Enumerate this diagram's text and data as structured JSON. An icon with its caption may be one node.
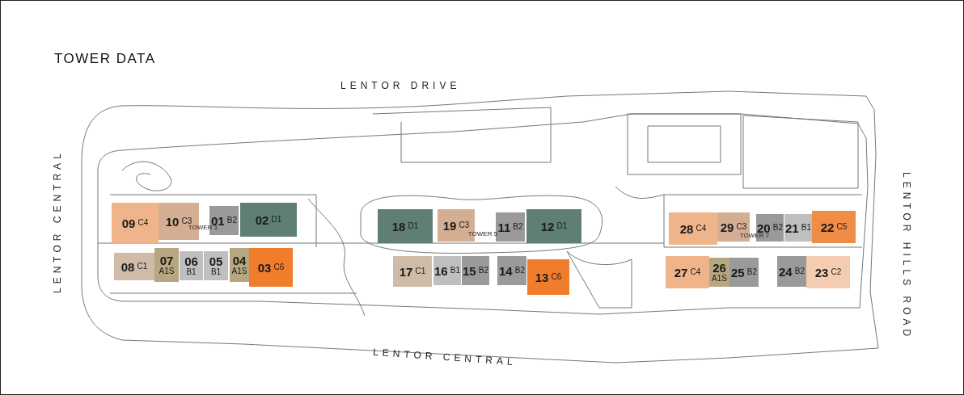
{
  "diagram": {
    "title": "TOWER DATA",
    "nodes": [
      {
        "text": [
          "09",
          "C4"
        ]
      },
      {
        "text": [
          "10",
          "C3"
        ]
      },
      {
        "text": [
          "01",
          "B2"
        ]
      },
      {
        "text": [
          "02",
          "D1"
        ]
      },
      {
        "text": [
          "08",
          "C1"
        ]
      },
      {
        "text": [
          "07",
          "A1S"
        ]
      },
      {
        "text": [
          "06",
          "B1"
        ]
      },
      {
        "text": [
          "05",
          "B1"
        ]
      },
      {
        "text": [
          "04",
          "A1S"
        ]
      },
      {
        "text": [
          "03",
          "C6"
        ]
      },
      {
        "text": [
          "18",
          "D1"
        ]
      },
      {
        "text": [
          "19",
          "C3"
        ]
      },
      {
        "text": [
          "11",
          "B2"
        ]
      },
      {
        "text": [
          "12",
          "D1"
        ]
      },
      {
        "text": [
          "17",
          "C1"
        ]
      },
      {
        "text": [
          "16",
          "B1"
        ]
      },
      {
        "text": [
          "15",
          "B2"
        ]
      },
      {
        "text": [
          "14",
          "B2"
        ]
      },
      {
        "text": [
          "13",
          "C6"
        ]
      },
      {
        "text": [
          "28",
          "C4"
        ]
      },
      {
        "text": [
          "29",
          "C3"
        ]
      },
      {
        "text": [
          "20",
          "B2"
        ]
      },
      {
        "text": [
          "21",
          "B1"
        ]
      },
      {
        "text": [
          "22",
          "C5"
        ]
      },
      {
        "text": [
          "27",
          "C4"
        ]
      },
      {
        "text": [
          "26",
          "A1S"
        ]
      },
      {
        "text": [
          "25",
          "B2"
        ]
      },
      {
        "text": [
          "24",
          "B2"
        ]
      },
      {
        "text": [
          "23",
          "C2"
        ]
      }
    ],
    "labels": [
      "LENTOR DRIVE",
      "LENTOR CENTRAL",
      "LENTOR HILLS ROAD",
      "TOWER 1",
      "TOWER 5",
      "TOWER 7",
      "LENTOR CENTRAL"
    ]
  }
}
